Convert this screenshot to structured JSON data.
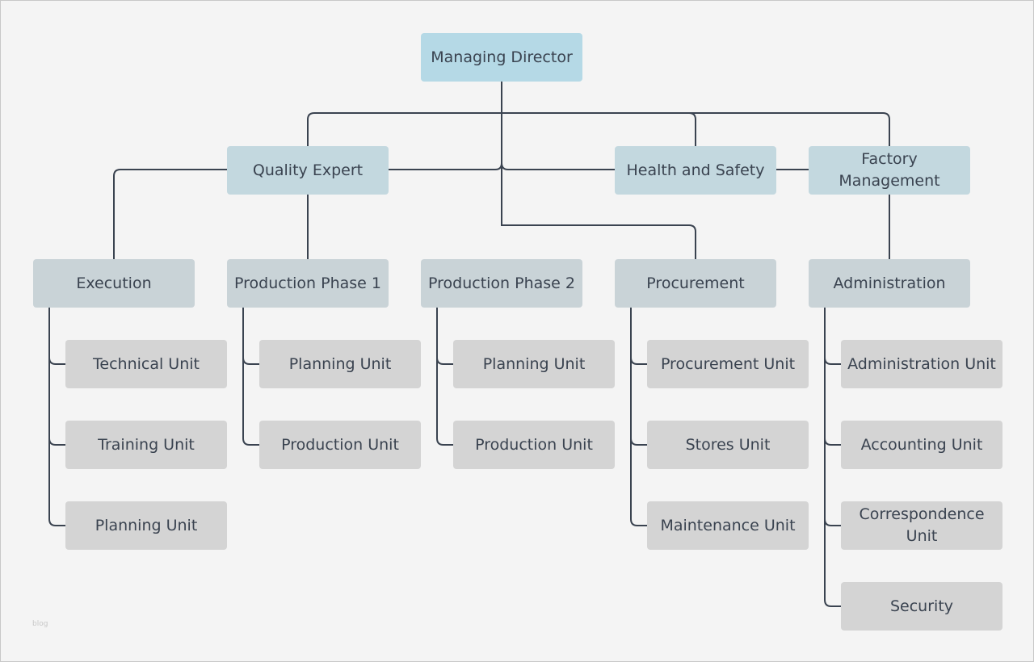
{
  "nodes": {
    "managing_director": "Managing Director",
    "quality_expert": "Quality Expert",
    "health_and_safety": "Health and Safety",
    "factory_management": "Factory Management",
    "execution": "Execution",
    "production_phase_1": "Production Phase 1",
    "production_phase_2": "Production Phase 2",
    "procurement": "Procurement",
    "administration": "Administration",
    "exec_technical_unit": "Technical Unit",
    "exec_training_unit": "Training Unit",
    "exec_planning_unit": "Planning Unit",
    "pp1_planning_unit": "Planning Unit",
    "pp1_production_unit": "Production Unit",
    "pp2_planning_unit": "Planning Unit",
    "pp2_production_unit": "Production Unit",
    "proc_procurement_unit": "Procurement Unit",
    "proc_stores_unit": "Stores Unit",
    "proc_maintenance_unit": "Maintenance Unit",
    "admin_administration_unit": "Administration Unit",
    "admin_accounting_unit": "Accounting Unit",
    "admin_correspondence_unit": "Correspondence Unit",
    "admin_security": "Security"
  },
  "watermark": "blog",
  "colors": {
    "connector": "#3a4350",
    "director_fill": "#b5d9e6",
    "level1_fill": "#c3d8df",
    "level2_fill": "#c9d3d7",
    "unit_fill": "#d4d4d4",
    "background": "#f4f4f4"
  }
}
